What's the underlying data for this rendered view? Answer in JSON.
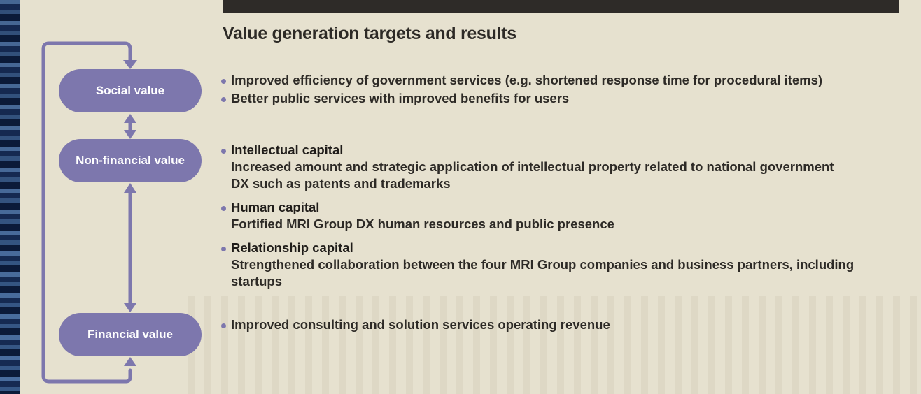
{
  "heading": "Value generation targets and results",
  "pills": {
    "social": "Social value",
    "nonfinancial": "Non-financial value",
    "financial": "Financial value"
  },
  "social_items": [
    "Improved efficiency of government services (e.g. shortened response time for procedural items)",
    "Better public services with improved benefits for users"
  ],
  "nonfinancial_items": [
    {
      "title": "Intellectual capital",
      "desc": "Increased amount and strategic application of intellectual property related to national government DX such as patents and trademarks"
    },
    {
      "title": "Human capital",
      "desc": "Fortified MRI Group DX human resources and public presence"
    },
    {
      "title": "Relationship capital",
      "desc": "Strengthened collaboration between the four MRI Group companies and business partners, including startups"
    }
  ],
  "financial_items": [
    "Improved consulting and solution services operating revenue"
  ],
  "colors": {
    "pill": "#7d77ad",
    "connector": "#7d77ad",
    "panel": "#e6e1cf",
    "text": "#2d2a26"
  }
}
